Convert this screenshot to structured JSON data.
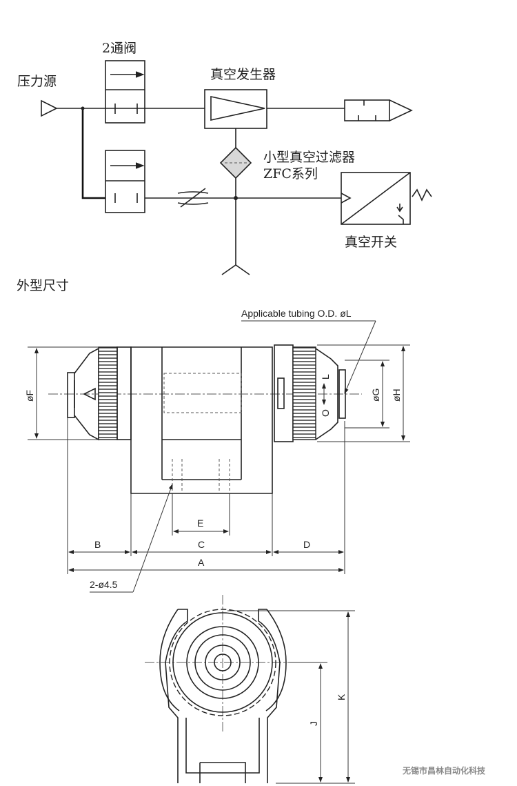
{
  "schematic": {
    "pressure_source": "压力源",
    "two_way_valve": "2通阀",
    "vacuum_generator": "真空发生器",
    "vacuum_filter": "小型真空过滤器",
    "filter_series": "ZFC系列",
    "vacuum_switch": "真空开关"
  },
  "section_title": "外型尺寸",
  "dimensions": {
    "tubing_note": "Applicable tubing O.D. øL",
    "hole_note": "2-ø4.5",
    "labels": {
      "A": "A",
      "B": "B",
      "C": "C",
      "D": "D",
      "E": "E",
      "F": "øF",
      "G": "øG",
      "H": "øH",
      "J": "J",
      "K": "K",
      "L": "L",
      "O": "O"
    }
  },
  "watermark": "无锡市昌林自动化科技"
}
